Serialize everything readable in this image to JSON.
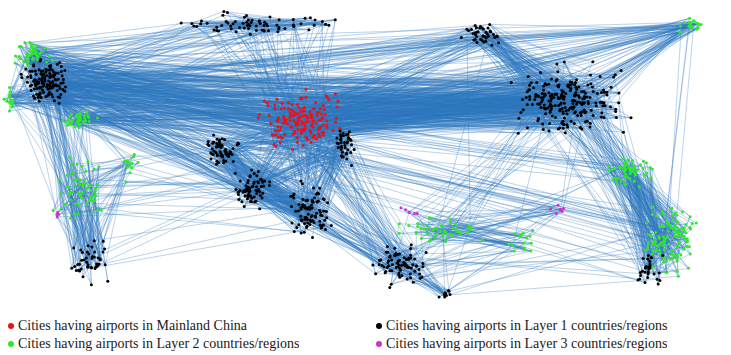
{
  "diagram": {
    "legend": [
      {
        "text": "Cities having airports in Mainland China",
        "color": "#e8141c"
      },
      {
        "text": "Cities having airports in Layer 1 countries/regions",
        "color": "#000000"
      },
      {
        "text": "Cities having airports in Layer 2 countries/regions",
        "color": "#2ee82e"
      },
      {
        "text": "Cities having airports in Layer 3 countries/regions",
        "color": "#cc33cc"
      }
    ]
  }
}
